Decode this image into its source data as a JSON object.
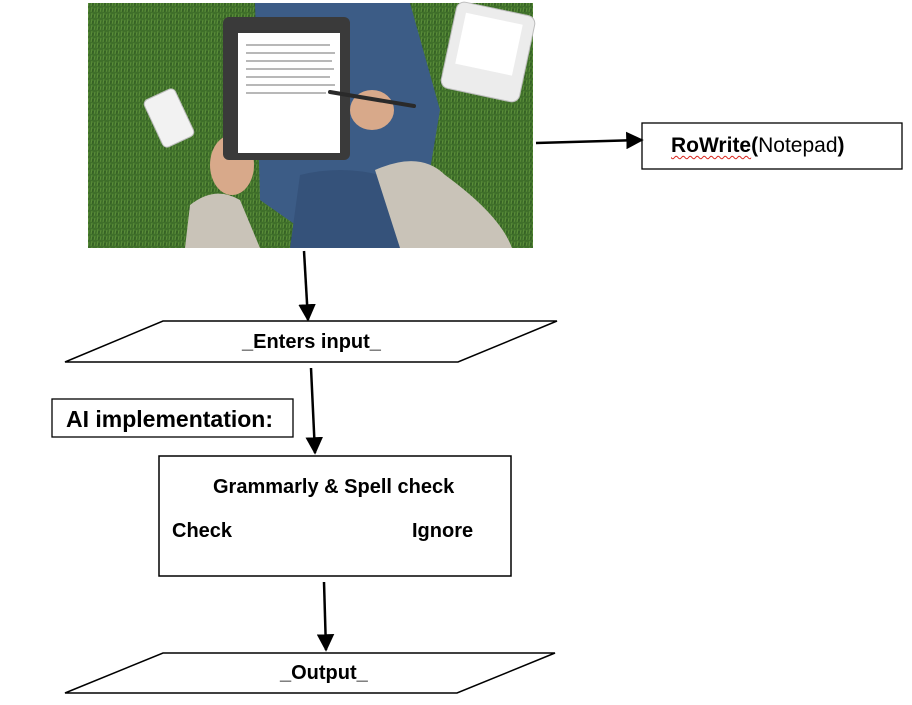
{
  "photo": {
    "description_icon": "tablet-writing-photo-icon"
  },
  "notepad_box": {
    "app_name": "RoWrite",
    "open_paren": "(",
    "detail": "Notepad",
    "close_paren": ")"
  },
  "input_step": {
    "label": "_Enters input_"
  },
  "ai_heading": {
    "label": "AI implementation:"
  },
  "check_box": {
    "title": "Grammarly & Spell check",
    "left_option": "Check",
    "right_option": "Ignore"
  },
  "output_step": {
    "label": "_Output_"
  },
  "colors": {
    "line": "#000000",
    "grass": "#3f6f2a",
    "denim": "#3c5c86",
    "sweater": "#c9c3b8",
    "spellcheck_underline": "#d9231b"
  }
}
